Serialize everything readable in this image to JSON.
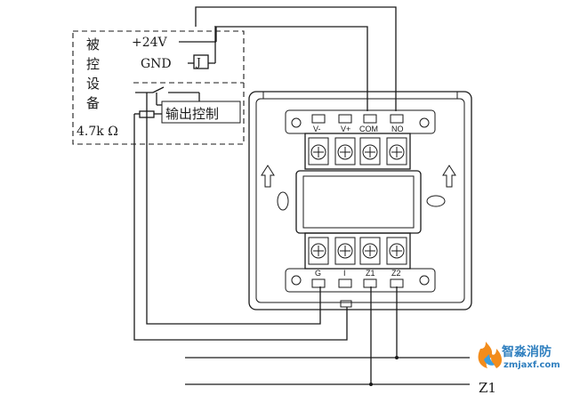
{
  "device_box": {
    "vertical_label": [
      "被",
      "控",
      "设",
      "备"
    ],
    "supply_label": "+24V",
    "gnd_label": "GND",
    "relay_label": "J",
    "output_label": "输出控制",
    "resistor_label": "4.7k Ω"
  },
  "module": {
    "top_terminals": [
      "V-",
      "V+",
      "COM",
      "NO"
    ],
    "bottom_terminals": [
      "G",
      "I",
      "Z1",
      "Z2"
    ],
    "arrow_icon": "up-arrow-icon"
  },
  "bus": {
    "label": "Z1"
  },
  "watermark": {
    "brand": "智淼消防",
    "url": "zmjaxf.com"
  }
}
